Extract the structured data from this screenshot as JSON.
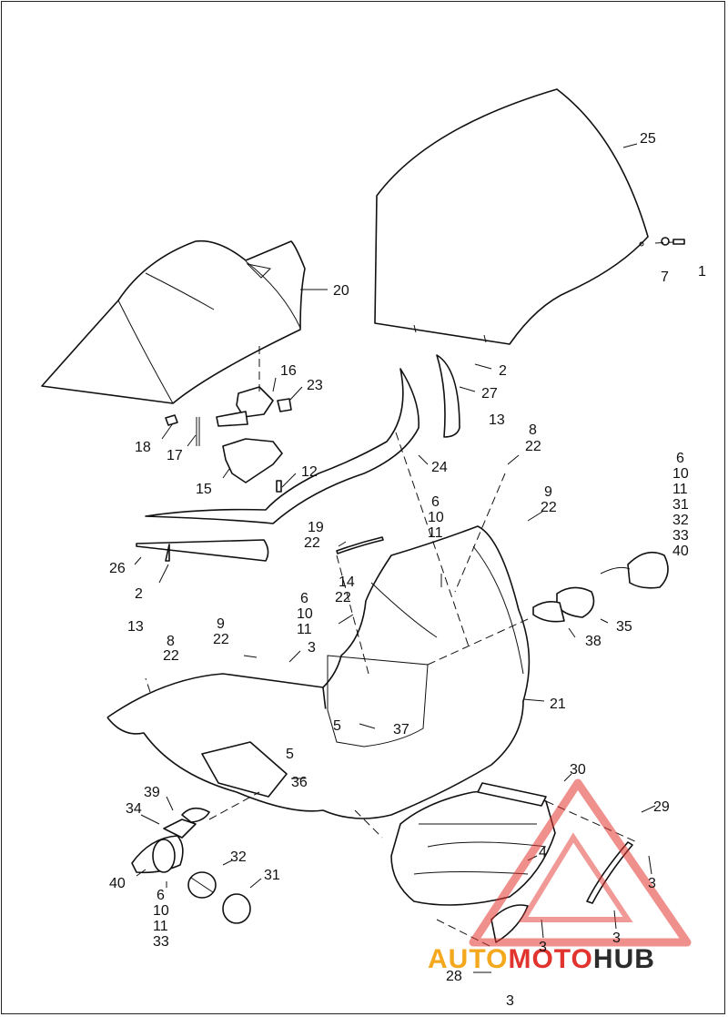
{
  "callouts": {
    "c1": "1",
    "c7": "7",
    "c25": "25",
    "c20": "20",
    "c16": "16",
    "c23": "23",
    "c18": "18",
    "c17": "17",
    "c15": "15",
    "c12": "12",
    "c2a": "2",
    "c27": "27",
    "c24": "24",
    "c13a": "13",
    "c8a": "8",
    "c22a": "22",
    "c6a": "6",
    "c10a": "10",
    "c11a": "11",
    "c31a": "31",
    "c32a": "32",
    "c33a": "33",
    "c40a": "40",
    "c9a": "9",
    "c22b": "22",
    "c6b": "6",
    "c10b": "10",
    "c11b": "11",
    "c19": "19",
    "c22c": "22",
    "c26": "26",
    "c2b": "2",
    "c14": "14",
    "c22d": "22",
    "c35": "35",
    "c38": "38",
    "c13b": "13",
    "c8b": "8",
    "c22e": "22",
    "c9b": "9",
    "c22f": "22",
    "c6c": "6",
    "c10c": "10",
    "c11c": "11",
    "c3a": "3",
    "c21": "21",
    "c5a": "5",
    "c37": "37",
    "c5b": "5",
    "c36": "36",
    "c39": "39",
    "c34": "34",
    "c30": "30",
    "c29": "29",
    "c4": "4",
    "c3b": "3",
    "c3c": "3",
    "c3d": "3",
    "c32b": "32",
    "c31b": "31",
    "c40b": "40",
    "c6d": "6",
    "c10d": "10",
    "c11d": "11",
    "c33b": "33",
    "c28": "28",
    "c3e": "3"
  },
  "watermark": {
    "part1": "AUTO",
    "part2": "MOTO",
    "part3": "HUB",
    "color_primary": "#f4a81d",
    "color_secondary": "#e2342e",
    "color_dark": "#2b2b2b"
  }
}
